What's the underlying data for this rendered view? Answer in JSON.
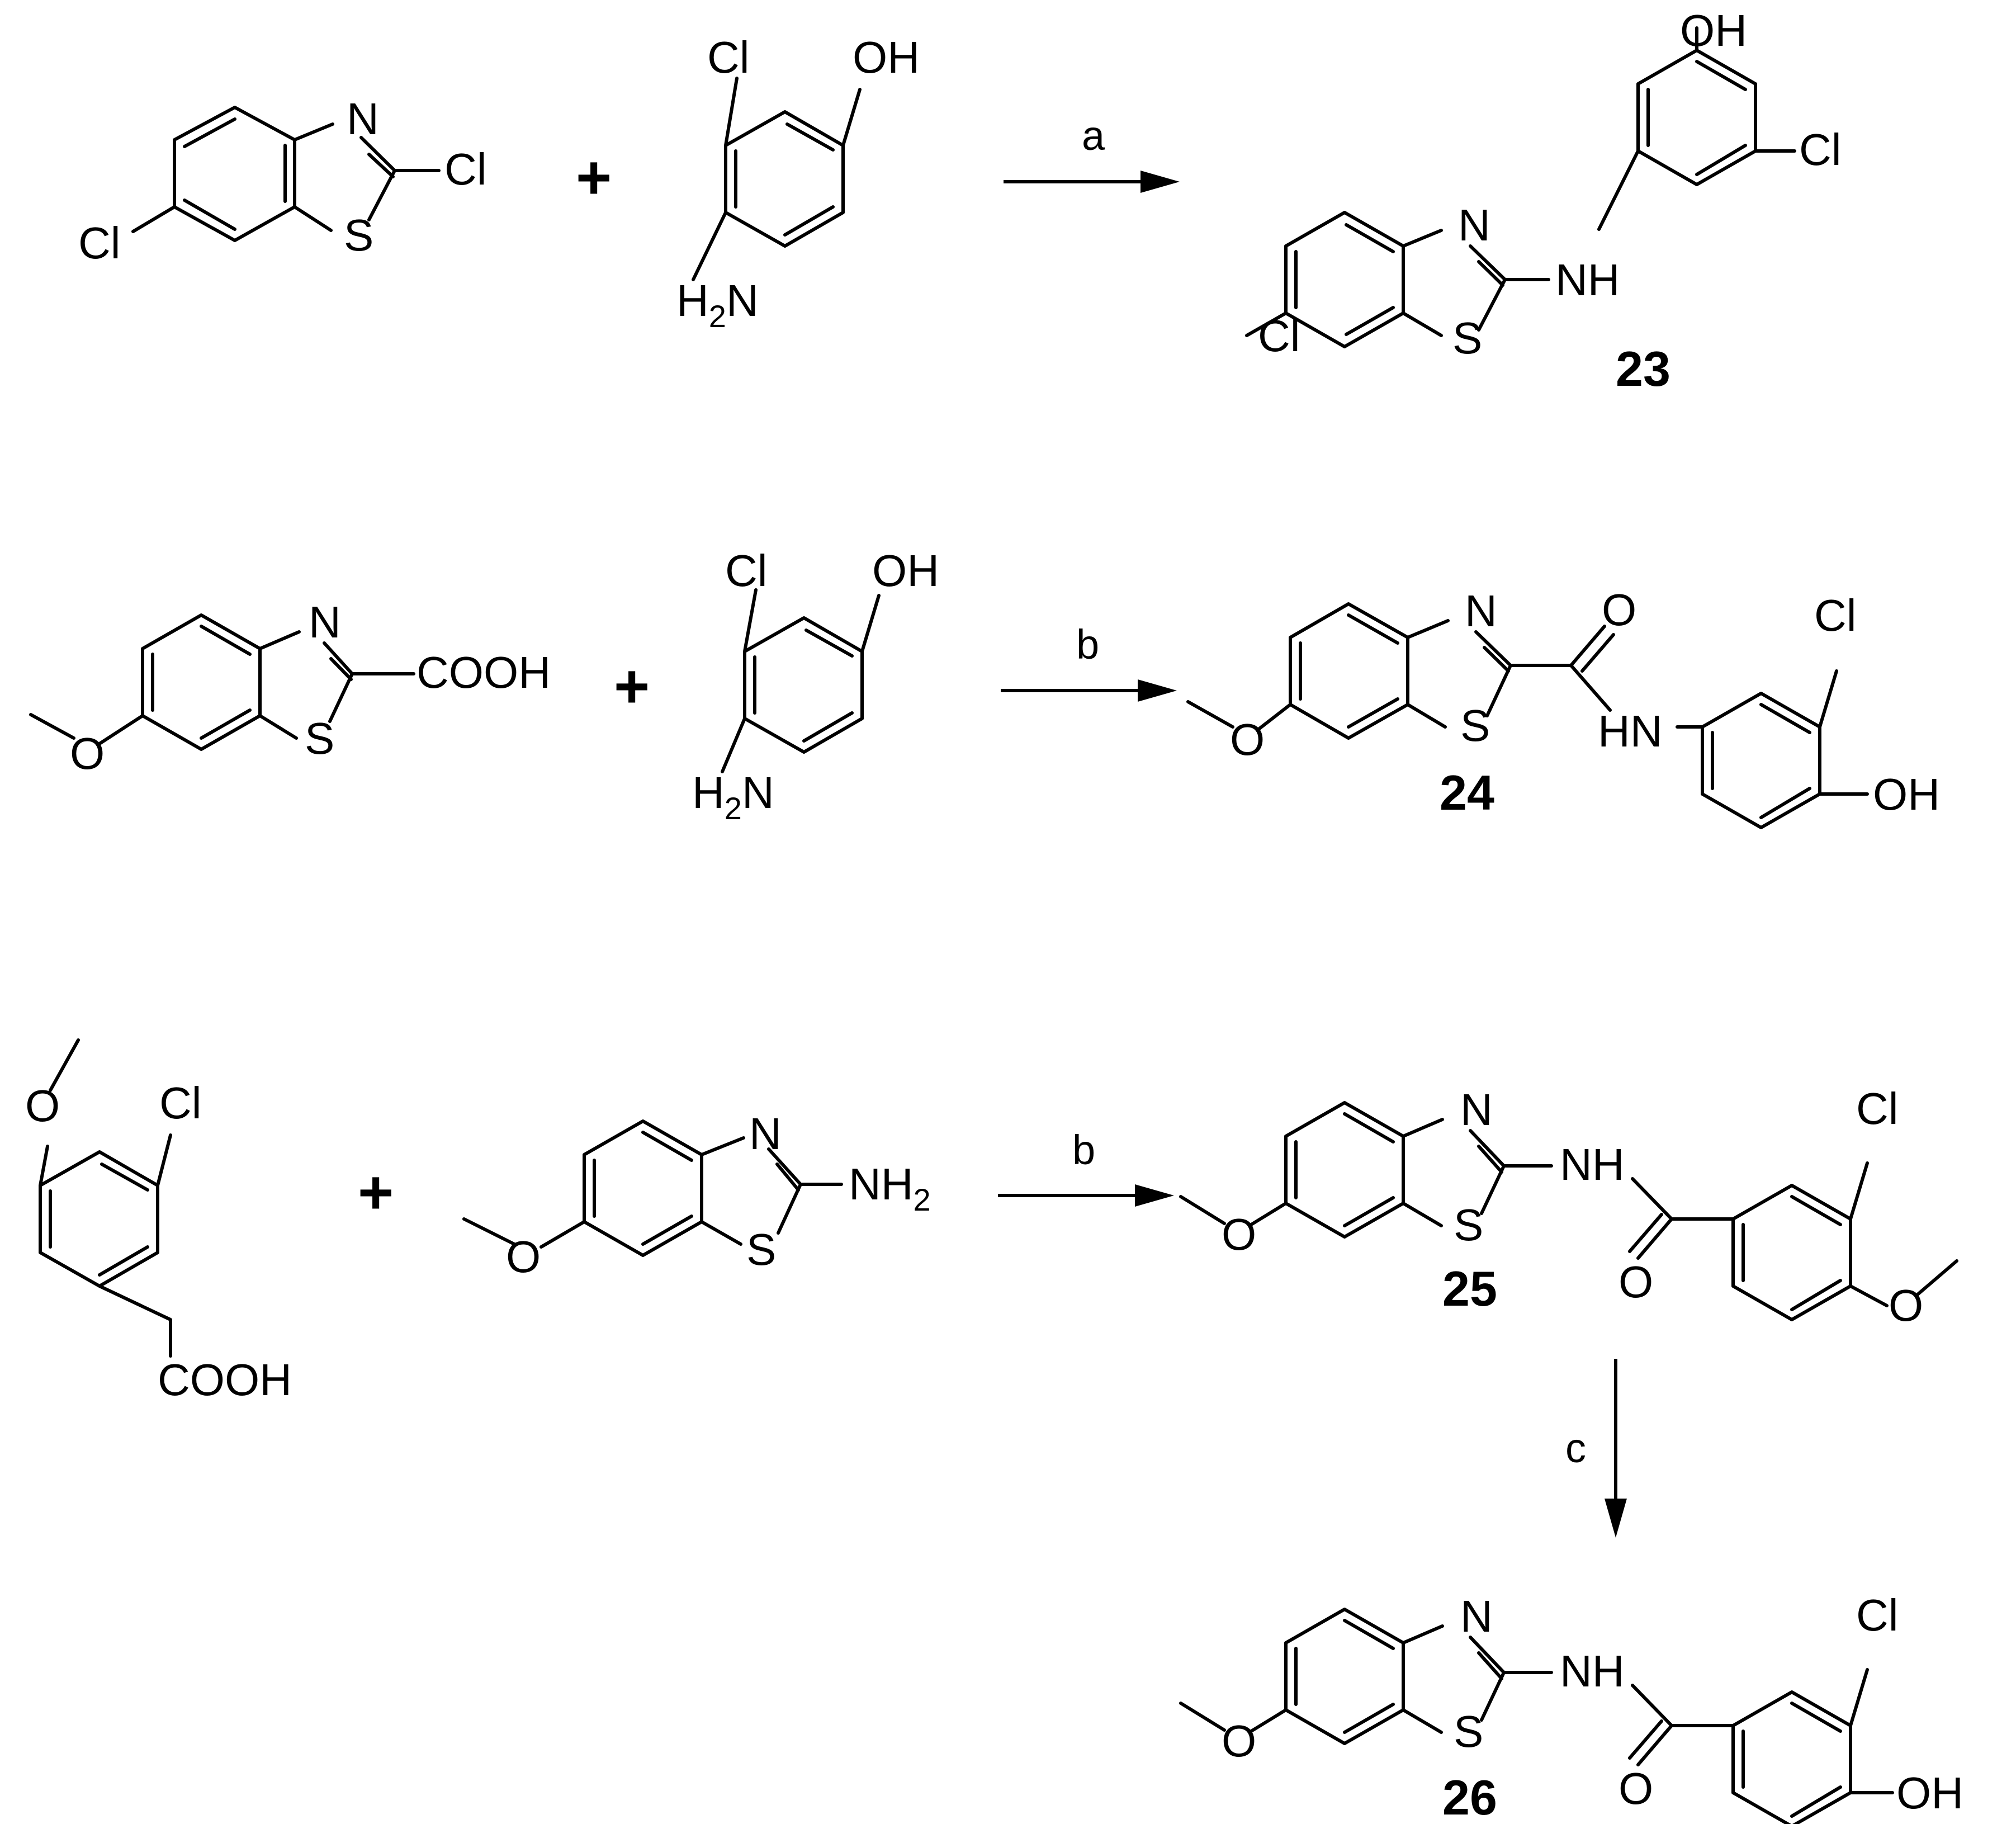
{
  "reactions": [
    {
      "id": "r1",
      "reactant1": {
        "atoms": {
          "N": "N",
          "S": "S",
          "Cl2": "Cl",
          "Cl6": "Cl"
        }
      },
      "reactant2": {
        "atoms": {
          "Cl": "Cl",
          "OH": "OH",
          "H2N_main": "H",
          "H2N_sub": "2",
          "H2N_tail": "N"
        }
      },
      "plus": "+",
      "condition": "a",
      "product": {
        "label": "23",
        "atoms": {
          "N": "N",
          "S": "S",
          "NH": "NH",
          "OH": "OH",
          "Cl_ring": "Cl",
          "Cl6": "Cl"
        }
      }
    },
    {
      "id": "r2",
      "reactant1": {
        "atoms": {
          "N": "N",
          "S": "S",
          "O": "O",
          "COOH": "COOH"
        }
      },
      "reactant2": {
        "atoms": {
          "Cl": "Cl",
          "OH": "OH",
          "H2N_main": "H",
          "H2N_sub": "2",
          "H2N_tail": "N"
        }
      },
      "plus": "+",
      "condition": "b",
      "product": {
        "label": "24",
        "atoms": {
          "N": "N",
          "S": "S",
          "O_methoxy": "O",
          "O_carbonyl": "O",
          "HN": "HN",
          "Cl": "Cl",
          "OH": "OH"
        }
      }
    },
    {
      "id": "r3",
      "reactant1": {
        "atoms": {
          "O": "O",
          "Cl": "Cl",
          "COOH": "COOH"
        }
      },
      "reactant2": {
        "atoms": {
          "N": "N",
          "S": "S",
          "O": "O",
          "NH2_main": "NH",
          "NH2_sub": "2"
        }
      },
      "plus": "+",
      "condition": "b",
      "product": {
        "label": "25",
        "atoms": {
          "N": "N",
          "S": "S",
          "O_methoxy": "O",
          "NH": "NH",
          "O_carbonyl": "O",
          "Cl": "Cl",
          "O_methoxy2": "O"
        }
      }
    },
    {
      "id": "r4",
      "condition": "c",
      "product": {
        "label": "26",
        "atoms": {
          "N": "N",
          "S": "S",
          "O_methoxy": "O",
          "NH": "NH",
          "O_carbonyl": "O",
          "Cl": "Cl",
          "OH": "OH"
        }
      }
    }
  ]
}
